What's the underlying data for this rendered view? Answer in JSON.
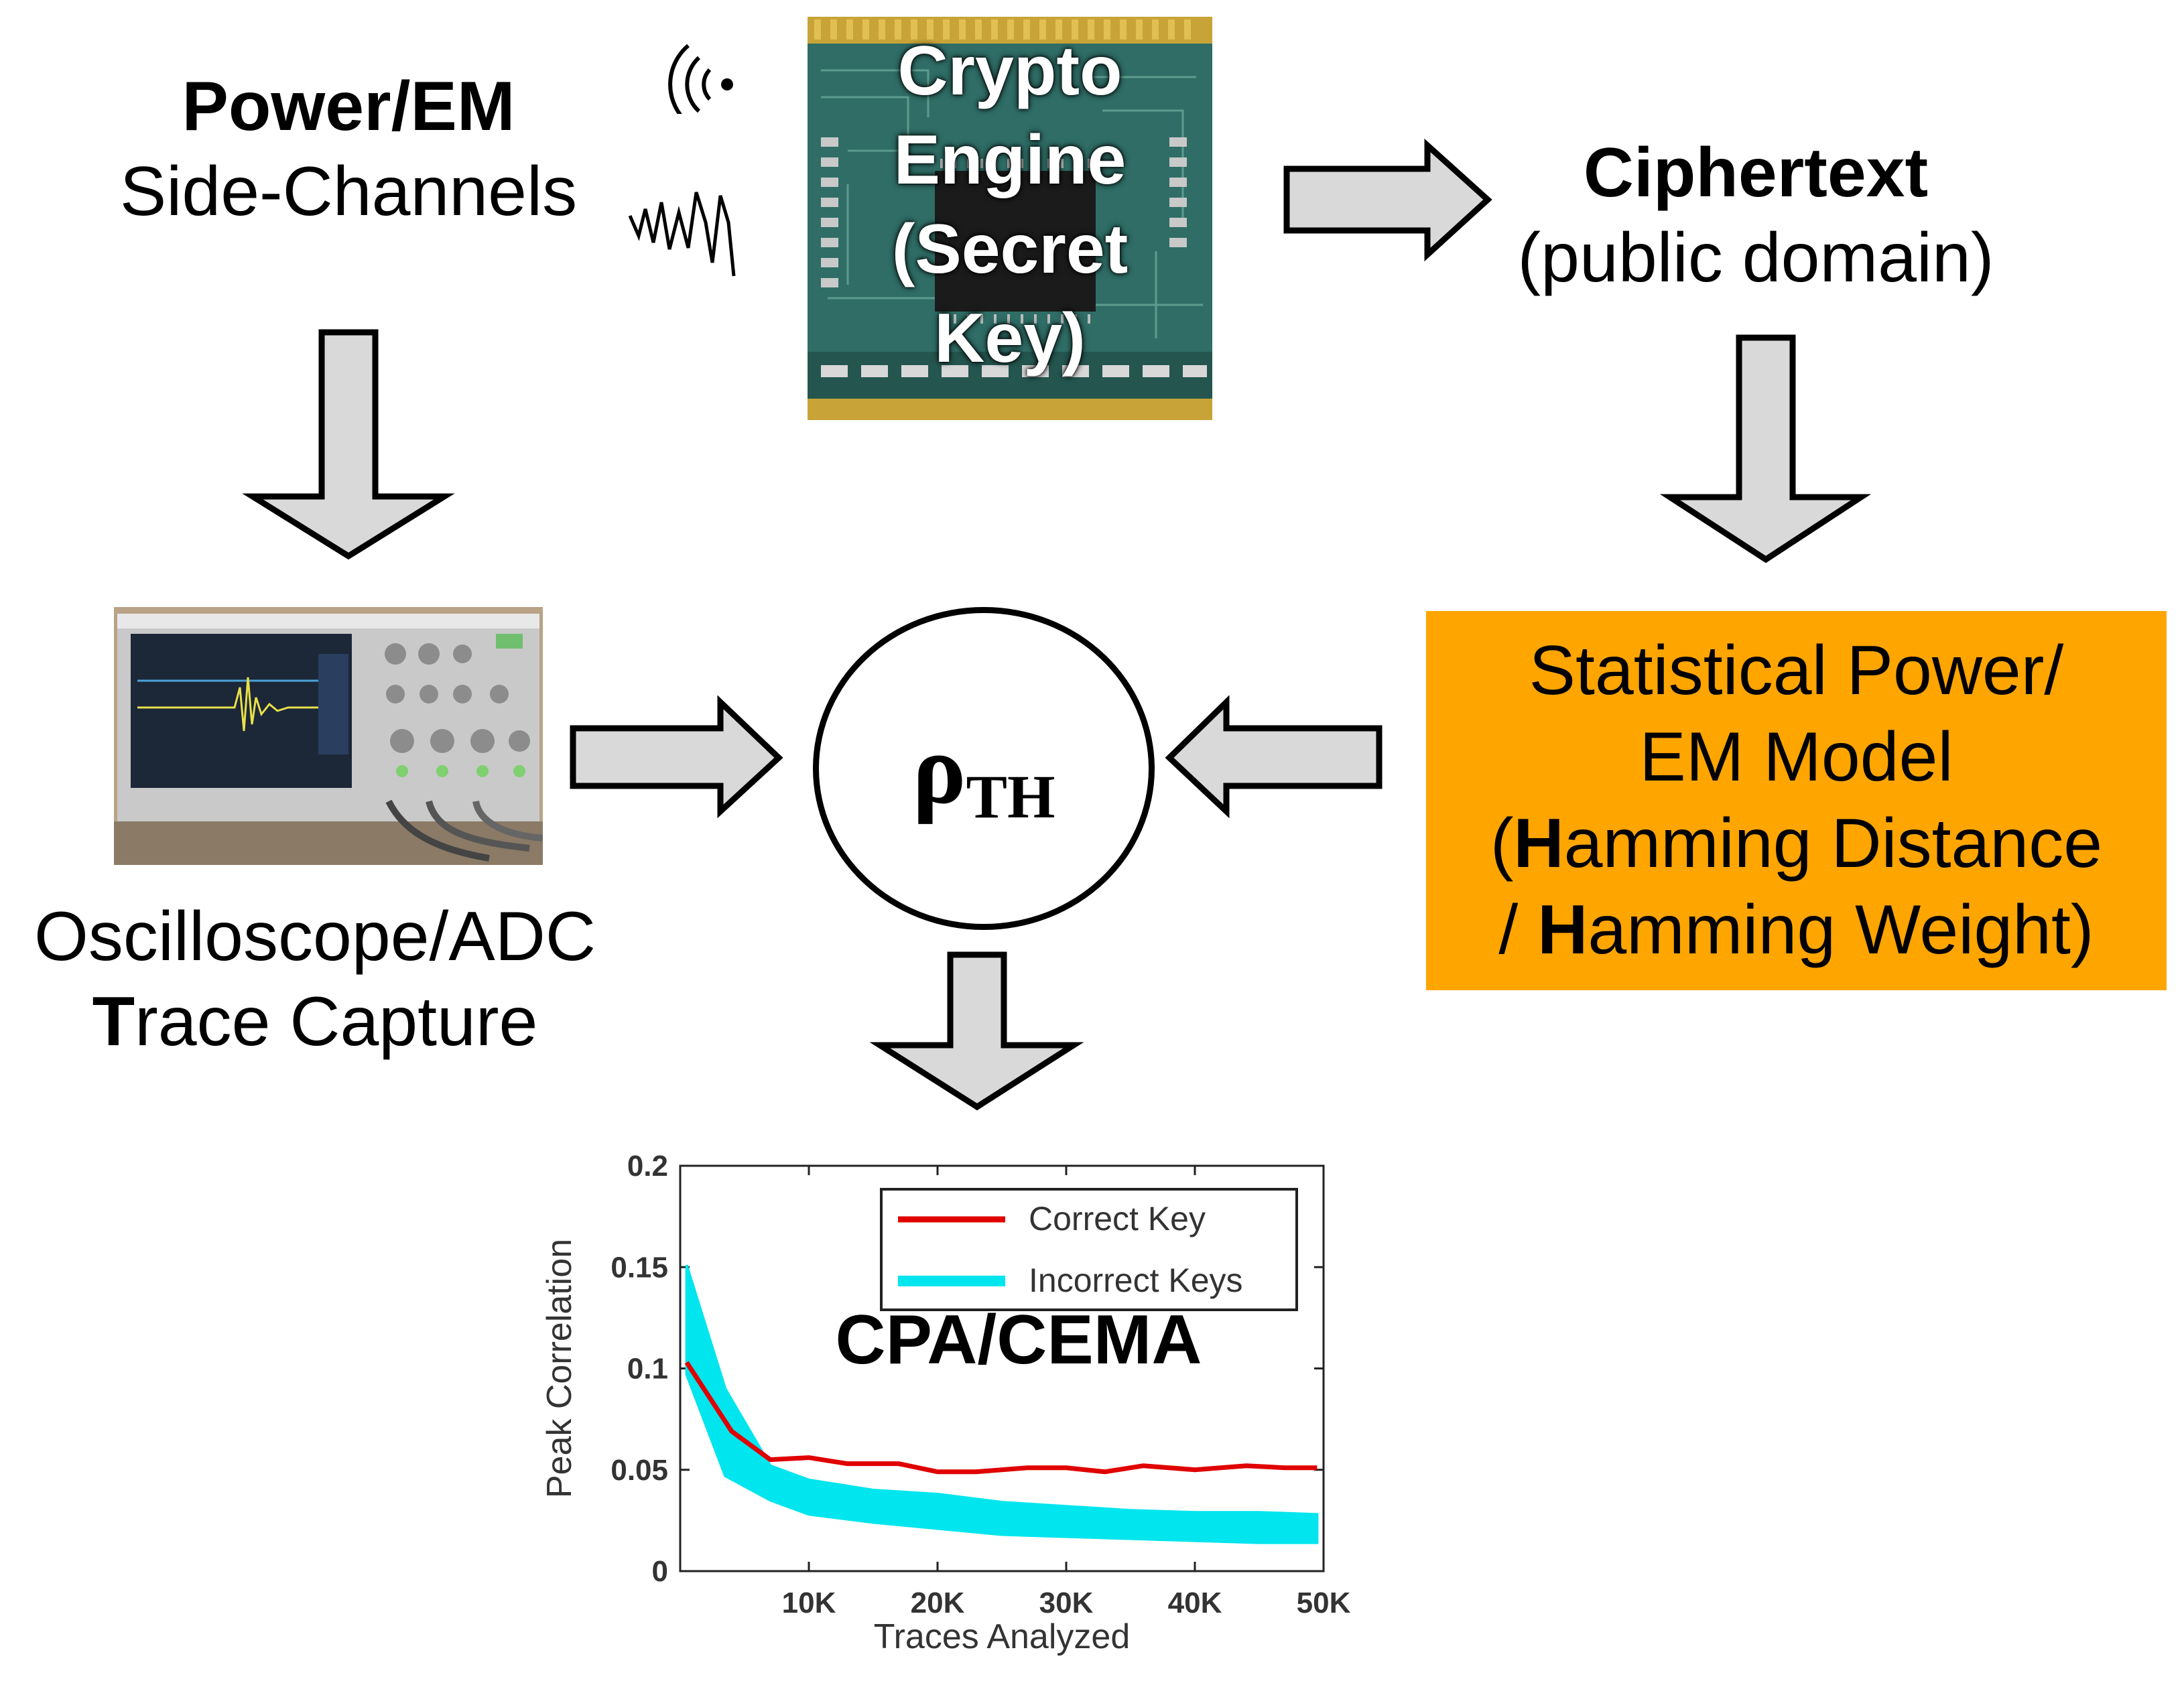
{
  "power_em": {
    "title": "Power/EM",
    "subtitle": "Side-Channels"
  },
  "crypto_engine": {
    "line1": "Crypto",
    "line2": "Engine",
    "line3": "(Secret",
    "line4": "Key)"
  },
  "ciphertext": {
    "title": "Ciphertext",
    "subtitle": "(public domain)"
  },
  "oscilloscope": {
    "line1": "Oscilloscope/ADC",
    "line2_bold": "T",
    "line2_rest": "race Capture"
  },
  "model": {
    "line1": "Statistical Power/",
    "line2": "EM Model",
    "line3_open": "(",
    "line3_bold": "H",
    "line3_rest": "amming Distance",
    "line4_open": "/ ",
    "line4_bold": "H",
    "line4_rest": "amming Weight)"
  },
  "rho": {
    "symbol": "ρ",
    "subscript": "TH"
  },
  "colors": {
    "model_box": "#ffa500",
    "arrow_fill": "#d9d9d9",
    "correct_key": "#e00000",
    "incorrect_keys": "#00e5ee"
  },
  "chart_data": {
    "type": "line",
    "title": "CPA/CEMA",
    "xlabel": "Traces Analyzed",
    "ylabel": "Peak Correlation",
    "xlim": [
      0,
      50000
    ],
    "ylim": [
      0,
      0.2
    ],
    "xticks": [
      "10K",
      "20K",
      "30K",
      "40K",
      "50K"
    ],
    "yticks": [
      "0",
      "0.05",
      "0.1",
      "0.15",
      "0.2"
    ],
    "legend_position": "top-right",
    "series": [
      {
        "name": "Correct Key",
        "x": [
          500,
          4000,
          7000,
          10000,
          13000,
          17000,
          20000,
          23000,
          27000,
          30000,
          33000,
          36000,
          40000,
          44000,
          47000,
          49500
        ],
        "values": [
          0.103,
          0.069,
          0.055,
          0.056,
          0.053,
          0.053,
          0.049,
          0.049,
          0.051,
          0.051,
          0.049,
          0.052,
          0.05,
          0.052,
          0.051,
          0.051
        ]
      },
      {
        "name": "Incorrect Keys",
        "x": [
          500,
          3500,
          7000,
          10000,
          15000,
          20000,
          25000,
          30000,
          35000,
          40000,
          45000,
          49500
        ],
        "upper": [
          0.151,
          0.09,
          0.052,
          0.045,
          0.04,
          0.038,
          0.034,
          0.032,
          0.03,
          0.029,
          0.029,
          0.028
        ],
        "lower": [
          0.097,
          0.047,
          0.035,
          0.028,
          0.024,
          0.021,
          0.018,
          0.017,
          0.016,
          0.015,
          0.014,
          0.014
        ]
      }
    ]
  }
}
